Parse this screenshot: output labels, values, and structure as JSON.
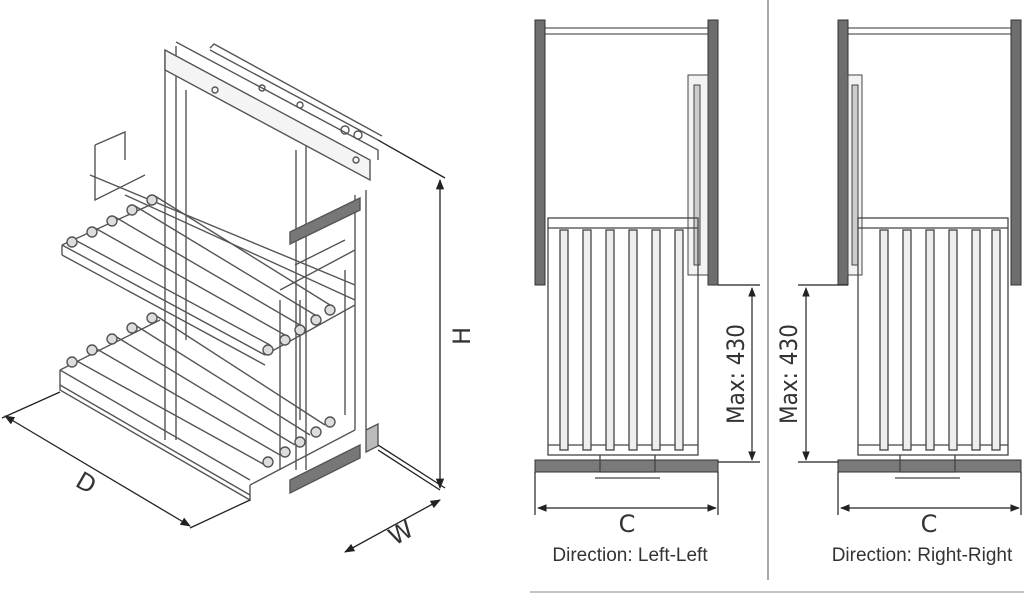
{
  "isometric": {
    "labels": {
      "height": "H",
      "depth": "D",
      "width": "W"
    }
  },
  "left_view": {
    "max_label": "Max: 430",
    "width_label": "C",
    "caption": "Direction: Left-Left"
  },
  "right_view": {
    "max_label": "Max: 430",
    "width_label": "C",
    "caption": "Direction: Right-Right"
  },
  "colors": {
    "panel": "#6e6e6e",
    "line": "#444444",
    "dim": "#222222"
  }
}
